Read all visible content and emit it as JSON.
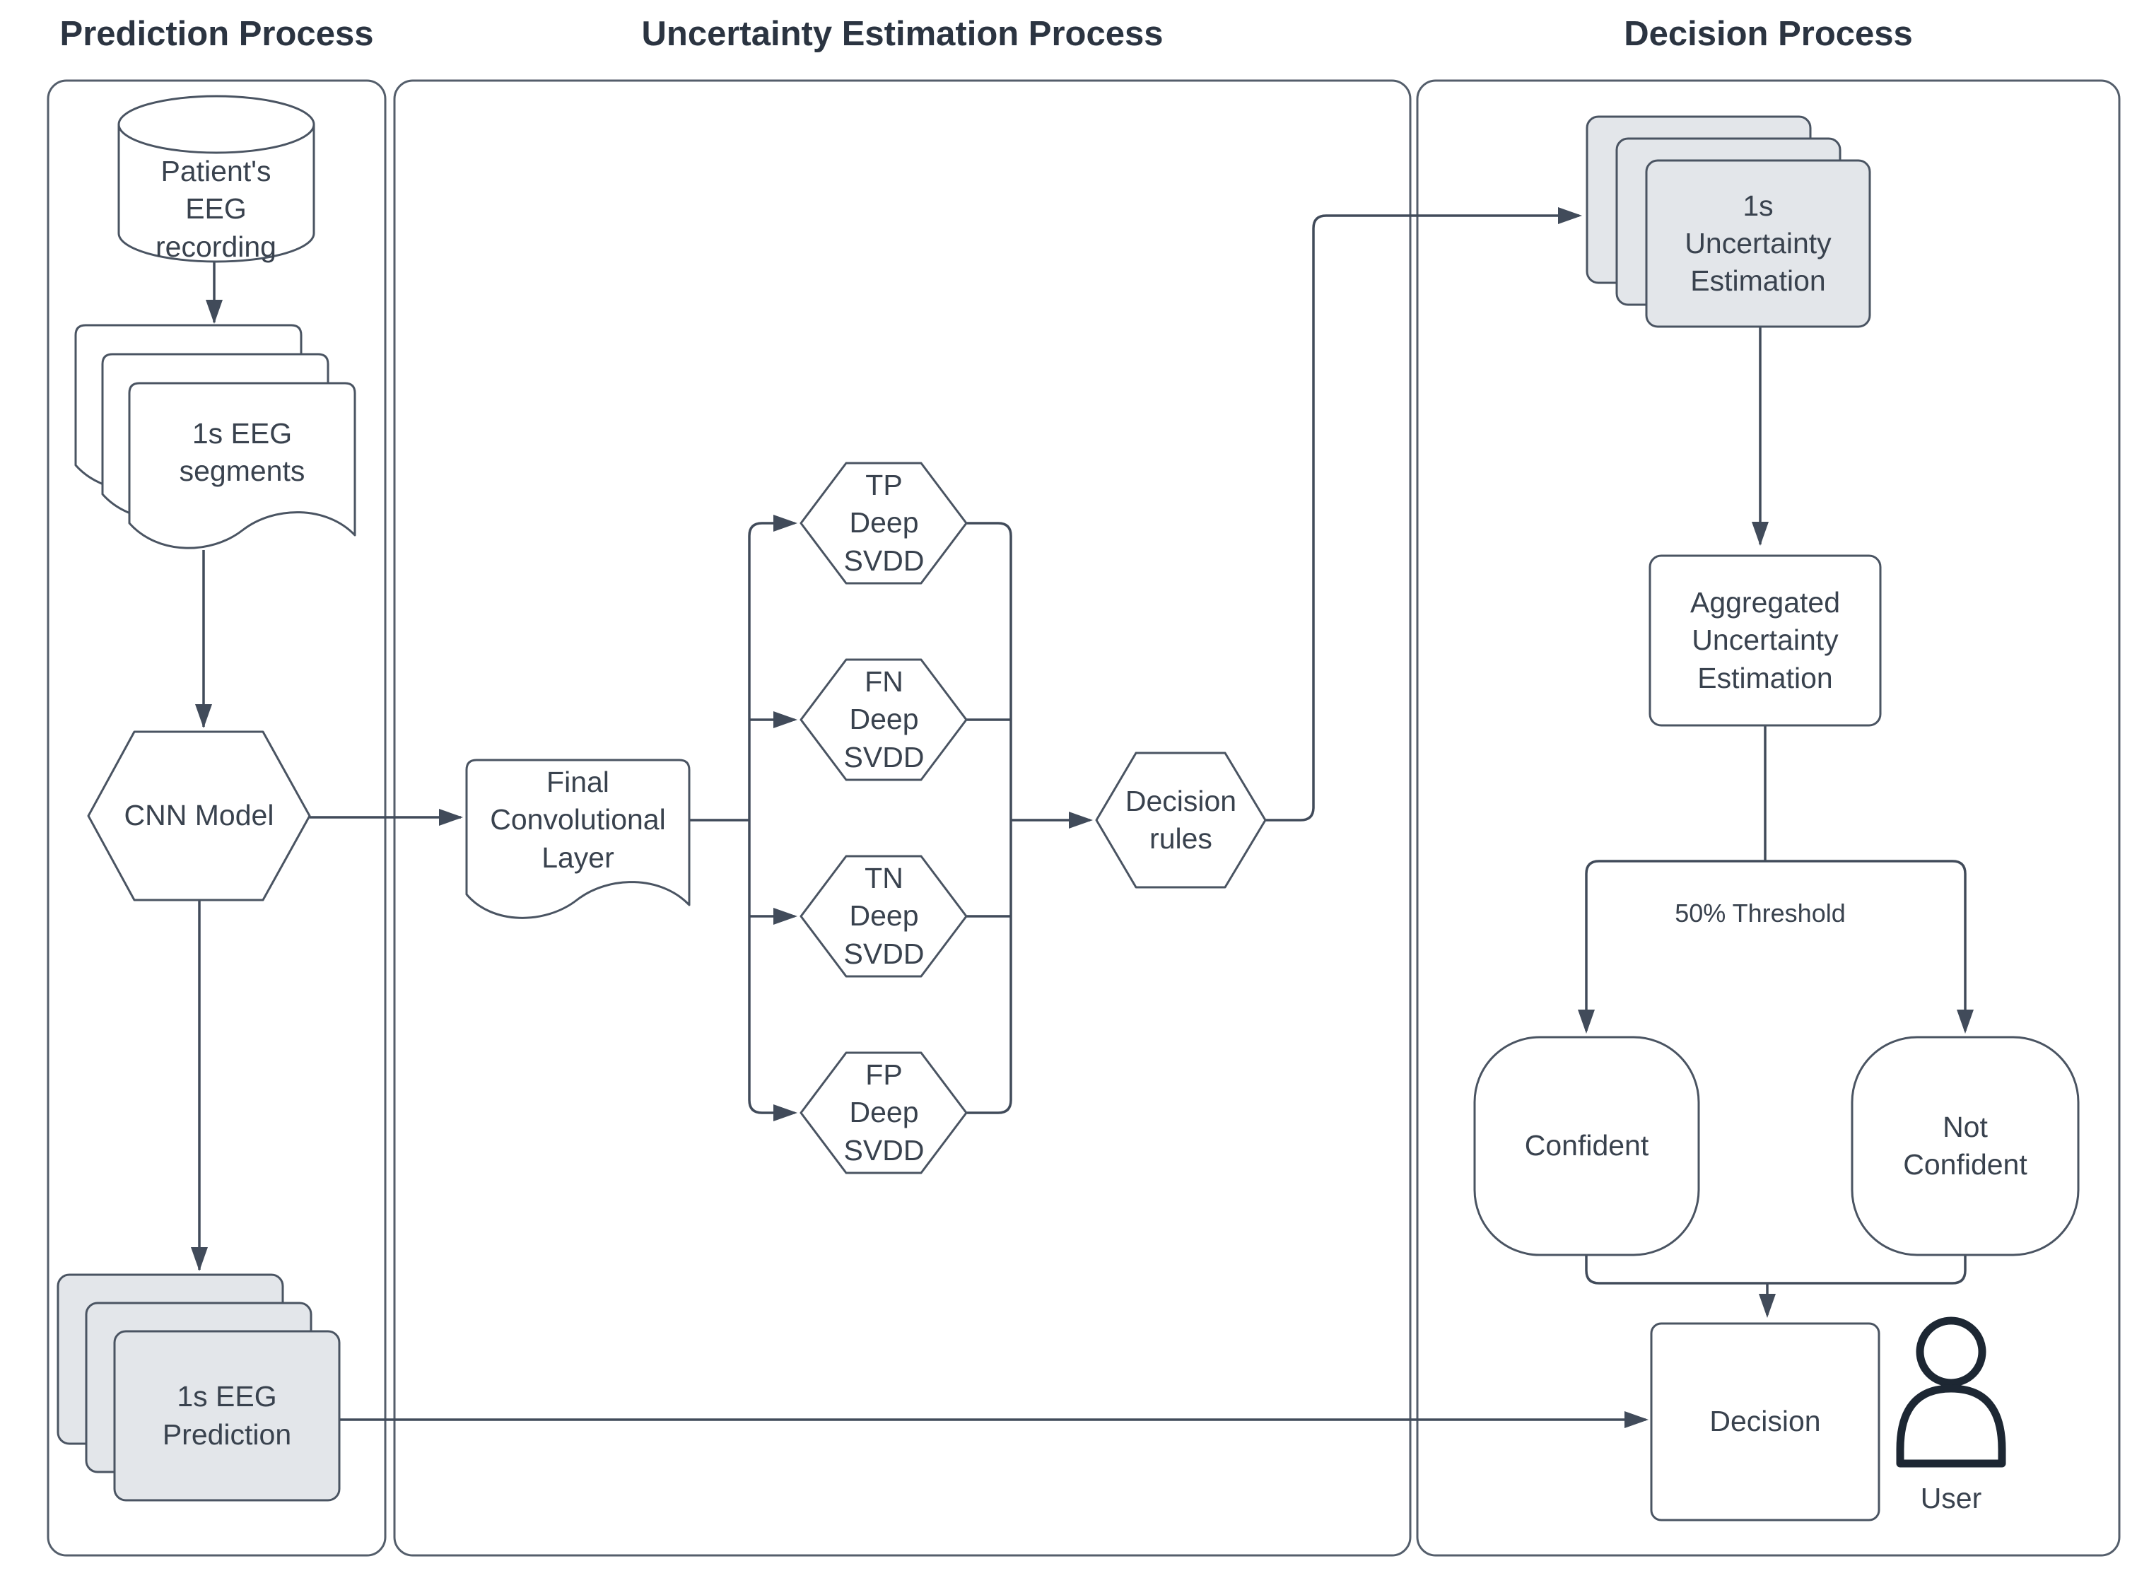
{
  "palette": {
    "ink": "#414b5a",
    "shape_border": "#4a5462",
    "panel_border": "#545e6b",
    "text": "#39424e",
    "title_text": "#2b3441",
    "card_fill": "#e3e6ea",
    "background": "#ffffff"
  },
  "titles": {
    "prediction": "Prediction Process",
    "uncertainty": "Uncertainty Estimation Process",
    "decision": "Decision Process"
  },
  "prediction": {
    "recording": "Patient's\nEEG\nrecording",
    "segments": "1s EEG\nsegments",
    "cnn": "CNN Model",
    "prediction_stack": "1s EEG\nPrediction"
  },
  "uncertainty": {
    "fcl": "Final\nConvolutional\nLayer",
    "svdd": [
      "TP\nDeep\nSVDD",
      "FN\nDeep\nSVDD",
      "TN\nDeep\nSVDD",
      "FP\nDeep\nSVDD"
    ],
    "rules": "Decision\nrules"
  },
  "decision": {
    "stack": "1s\nUncertainty\nEstimation",
    "aggregated": "Aggregated\nUncertainty\nEstimation",
    "threshold": "50% Threshold",
    "confident": "Confident",
    "not_confident": "Not\nConfident",
    "decision": "Decision",
    "user": "User"
  }
}
